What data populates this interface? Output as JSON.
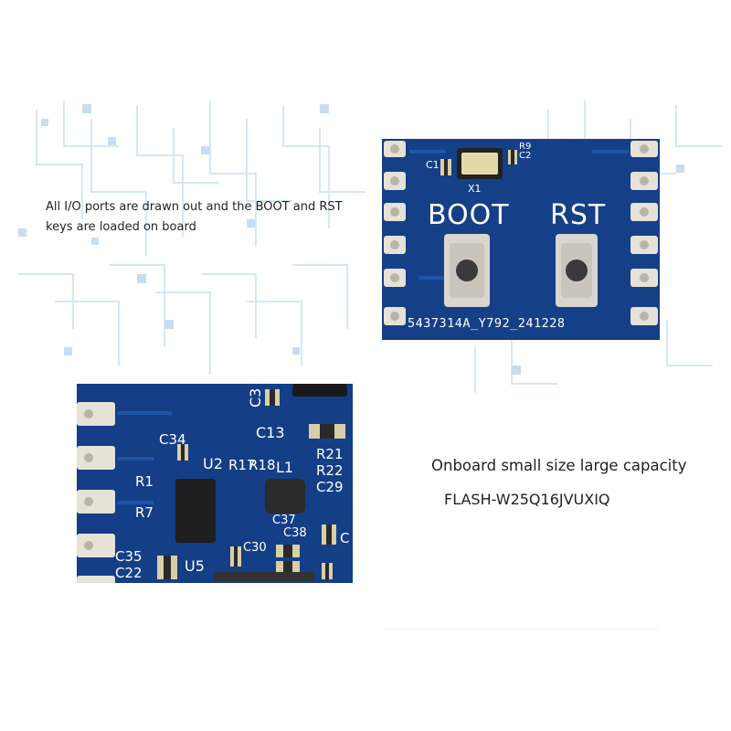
{
  "captions": {
    "io_line1": "All I/O ports are drawn out and the BOOT and RST",
    "io_line2": "keys are loaded on board",
    "flash_line1": "Onboard small size large capacity",
    "flash_line2": "FLASH-W25Q16JVUXIQ"
  },
  "board1": {
    "boot_label": "BOOT",
    "rst_label": "RST",
    "serial": "5437314A_Y792_241228",
    "x1": "X1",
    "c1": "C1",
    "r9c2": "R9C2"
  },
  "board2": {
    "labels": [
      "C3",
      "C13",
      "C34",
      "U2",
      "R17",
      "R18",
      "L1",
      "R21",
      "R22",
      "C29",
      "R1",
      "R7",
      "C37",
      "C38",
      "C30",
      "C35",
      "C22",
      "U5",
      "C"
    ]
  },
  "colors": {
    "pcb": "#153f86",
    "pad": "#e6e2d8",
    "text": "#222222"
  }
}
